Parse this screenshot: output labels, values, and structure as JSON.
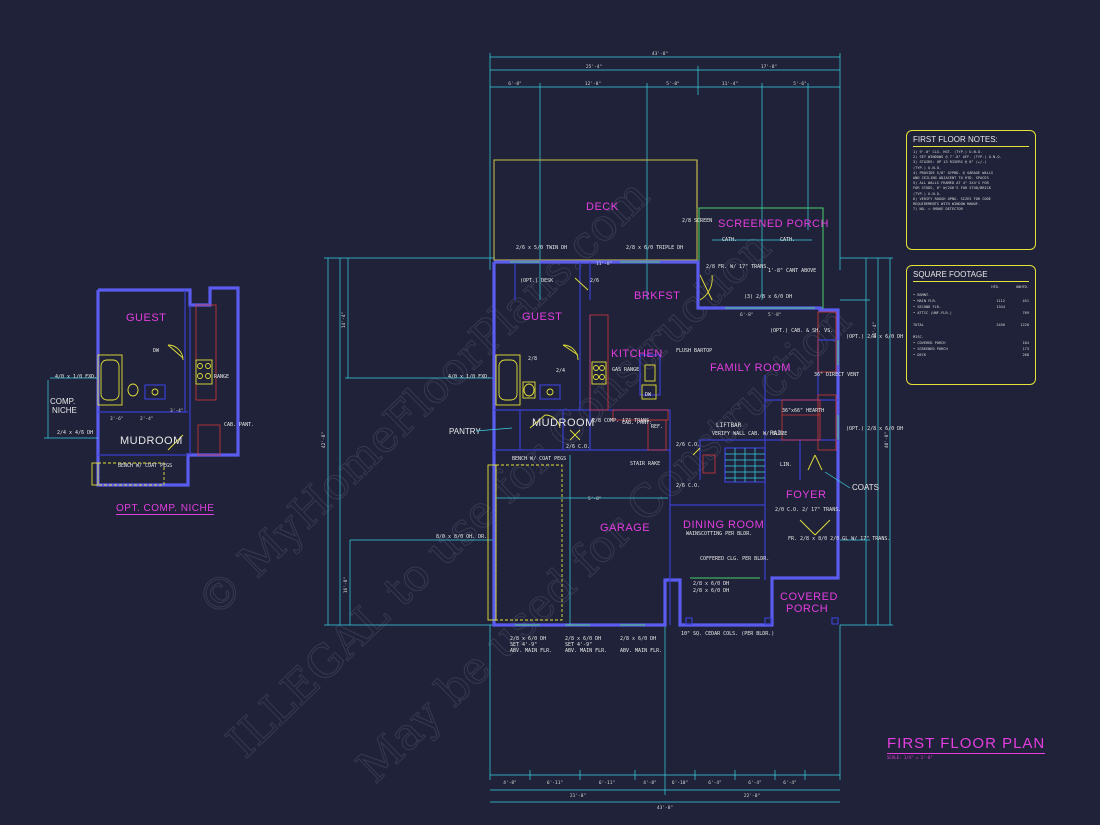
{
  "watermarks": [
    "© MyHomeFloorPlans.com",
    "ILLEGAL to use for Construction",
    "May be used for Construction"
  ],
  "rooms": {
    "deck": "DECK",
    "screened_porch": "SCREENED PORCH",
    "brkfst": "BRKFST",
    "guest": "GUEST",
    "kitchen": "KITCHEN",
    "family_room": "FAMILY ROOM",
    "mudroom": "MUDROOM",
    "garage": "GARAGE",
    "dining_room": "DINING ROOM",
    "foyer": "FOYER",
    "covered_porch_1": "COVERED",
    "covered_porch_2": "PORCH",
    "niche_guest": "GUEST",
    "niche_mudroom": "MUDROOM"
  },
  "callouts": {
    "pantry": "PANTRY",
    "coats": "COATS",
    "comp_niche_1": "COMP.",
    "comp_niche_2": "NICHE",
    "liftbar": "LIFTBAR",
    "rail": "RAIL",
    "stair_rake": "STAIR RAKE"
  },
  "labels": {
    "deck_door_left": "2/6 x 5/0 TWIN DH",
    "deck_door_mid": "2/8 x 6/0 TRIPLE DH",
    "screen_door": "2/8 SCREEN",
    "cath_1": "CATH.",
    "cath_2": "CATH.",
    "fr_trans": "2/8 FR. W/ 17\" TRANS.",
    "cant": "1'-8\" CANT ABOVE",
    "three_windows": "(3) 2/8 x 6/0 DH",
    "opt_desk": "(OPT.) DESK",
    "door_26": "2/6",
    "flush_bartop": "FLUSH BARTOP",
    "gas_range": "GAS RANGE",
    "dw": "DW",
    "cab_shelves": "(OPT.) CAB. & SH. VS.",
    "opt_dh_1": "(OPT.) 2/8 x 6/0 DH",
    "opt_dh_2": "(OPT.) 2/8 x 6/0 DH",
    "direct_vent": "36\" DIRECT VENT",
    "hearth": "36\"x66\" HEARTH",
    "guest_fxd": "4/0 x 1/0 FXD.",
    "niche_fxd": "4/0 x 1/0 FXD.",
    "door_24": "2/4",
    "door_28": "2/8",
    "comp_trans": "2/8 COMP. 17\" TRANS.",
    "cab_pant": "CAB. PANT.",
    "ref": "REF.",
    "verify_wall": "VERIFY WALL CAB. W/ SLOPE",
    "co_1": "2/6 C.O.",
    "co_2": "2/6 C.O.",
    "co_3": "2/6 C.O.",
    "bench_1": "BENCH W/ COAT PEGS",
    "bench_2": "BENCH W/ COAT PEGS",
    "garage_door": "8/0 x 8/0 OH. DR.",
    "wainscot": "WAINSCOTTING PER BLDR.",
    "coffered": "COFFERED CLG. PER BLDR.",
    "front_door": "2/0 C.O. 2/ 17\" TRANS.",
    "sidelites": "FR. 2/8 x 8/0 2/0 GL W/ 17\" TRANS.",
    "dining_windows_1": "2/8 x 6/0 DH",
    "dining_windows_2": "2/8 x 6/0 DH",
    "cedar_cols": "10\" SQ. CEDAR COLS. (PER BLDR.)",
    "g_win_1a": "2/8 x 6/0 DH",
    "g_win_1b": "SET 4'-9\"",
    "g_win_1c": "ABV. MAIN FLR.",
    "g_win_2a": "2/8 x 6/0 DH",
    "g_win_2b": "SET 4'-9\"",
    "g_win_2c": "ABV. MAIN FLR.",
    "g_win_3a": "2/8 x 6/0 DH",
    "g_win_3b": "ABV. MAIN FLR.",
    "niche_dh": "2/4 x 4/6 DH",
    "range": "RANGE",
    "cab_pant_niche": "CAB. PANT.",
    "lin": "LIN.",
    "dw2": "DW"
  },
  "dimensions": {
    "top_overall": "43'-8\"",
    "top_a": "25'-4\"",
    "top_b": "17'-8\"",
    "top_c1": "6'-8\"",
    "top_c2": "12'-8\"",
    "top_c3": "5'-8\"",
    "top_c4": "11'-4\"",
    "top_c5": "5'-6\"",
    "left_1": "14'-4\"",
    "left_2": "42'-8\"",
    "left_3": "16'-8\"",
    "right_1": "11'-4\"",
    "right_2": "40'-8\"",
    "bot_overall": "43'-8\"",
    "bot_a": "21'-8\"",
    "bot_b": "22'-0\"",
    "bot_c1": "4'-8\"",
    "bot_c2": "6'-11\"",
    "bot_c3": "6'-11\"",
    "bot_c4": "4'-8\"",
    "bot_c5": "6'-10\"",
    "bot_c6": "6'-4\"",
    "bot_c7": "6'-4\"",
    "bot_c8": "6'-4\"",
    "w_68": "6'-8\"",
    "w_58": "5'-8\"",
    "mid_1": "5'-8\"",
    "mid_2": "11'-8\"",
    "n_1": "3'-6\"",
    "n_2": "2'-4\"",
    "n_3": "3'-4\""
  },
  "notes": {
    "title": "FIRST FLOOR NOTES:",
    "lines": [
      "1) 9'-0\" CLG. HGT. (TYP.) U.N.O.",
      "2) SET WINDOWS @ 7'-8\" AFF. (TYP.) U.N.O.",
      "3) STAIRS: UP 13 RISERS @ 8\" (+/-)",
      "    (TYP.) U.N.O.",
      "4) PROVIDE 5/8\" GYPBD. @ GARAGE WALLS",
      "    AND CEILING ADJACENT TO HTD. SPACES",
      "5) ALL WALLS FRAMED AT 4\" 2X4'S FOR",
      "    FOR STUDS, 6\" W/2X6'S FOR STUD/BRICK",
      "    (TYP.) U.N.O.",
      "6) VERIFY ROUGH OPNG. SIZES FOR CODE",
      "    REQUIREMENTS WITH WINDOW MANUF.",
      "7) NO. = SMOKE DETECTOR"
    ]
  },
  "square_footage": {
    "title": "SQUARE FOOTAGE",
    "col1": "HTD.",
    "col2": "UNHTD.",
    "rows": [
      {
        "name": "• BSMNT.",
        "v1": "",
        "v2": ""
      },
      {
        "name": "• MAIN FLR.",
        "v1": "1112",
        "v2": "451"
      },
      {
        "name": "• SECOND FLR.",
        "v1": "1344",
        "v2": ""
      },
      {
        "name": "• ATTIC (UNF.FLR.)",
        "v1": "",
        "v2": "769"
      },
      {
        "name": "TOTAL",
        "v1": "2456",
        "v2": "1220"
      },
      {
        "name": "MISC.",
        "v1": "",
        "v2": ""
      },
      {
        "name": "• COVERED PORCH",
        "v1": "",
        "v2": "184"
      },
      {
        "name": "• SCREENED PORCH",
        "v1": "",
        "v2": "173"
      },
      {
        "name": "• DECK",
        "v1": "",
        "v2": "268"
      }
    ]
  },
  "plan_title": "FIRST FLOOR PLAN",
  "plan_scale": "SCALE: 1/4\" = 1'-0\"",
  "niche_title": "OPT. COMP. NICHE"
}
